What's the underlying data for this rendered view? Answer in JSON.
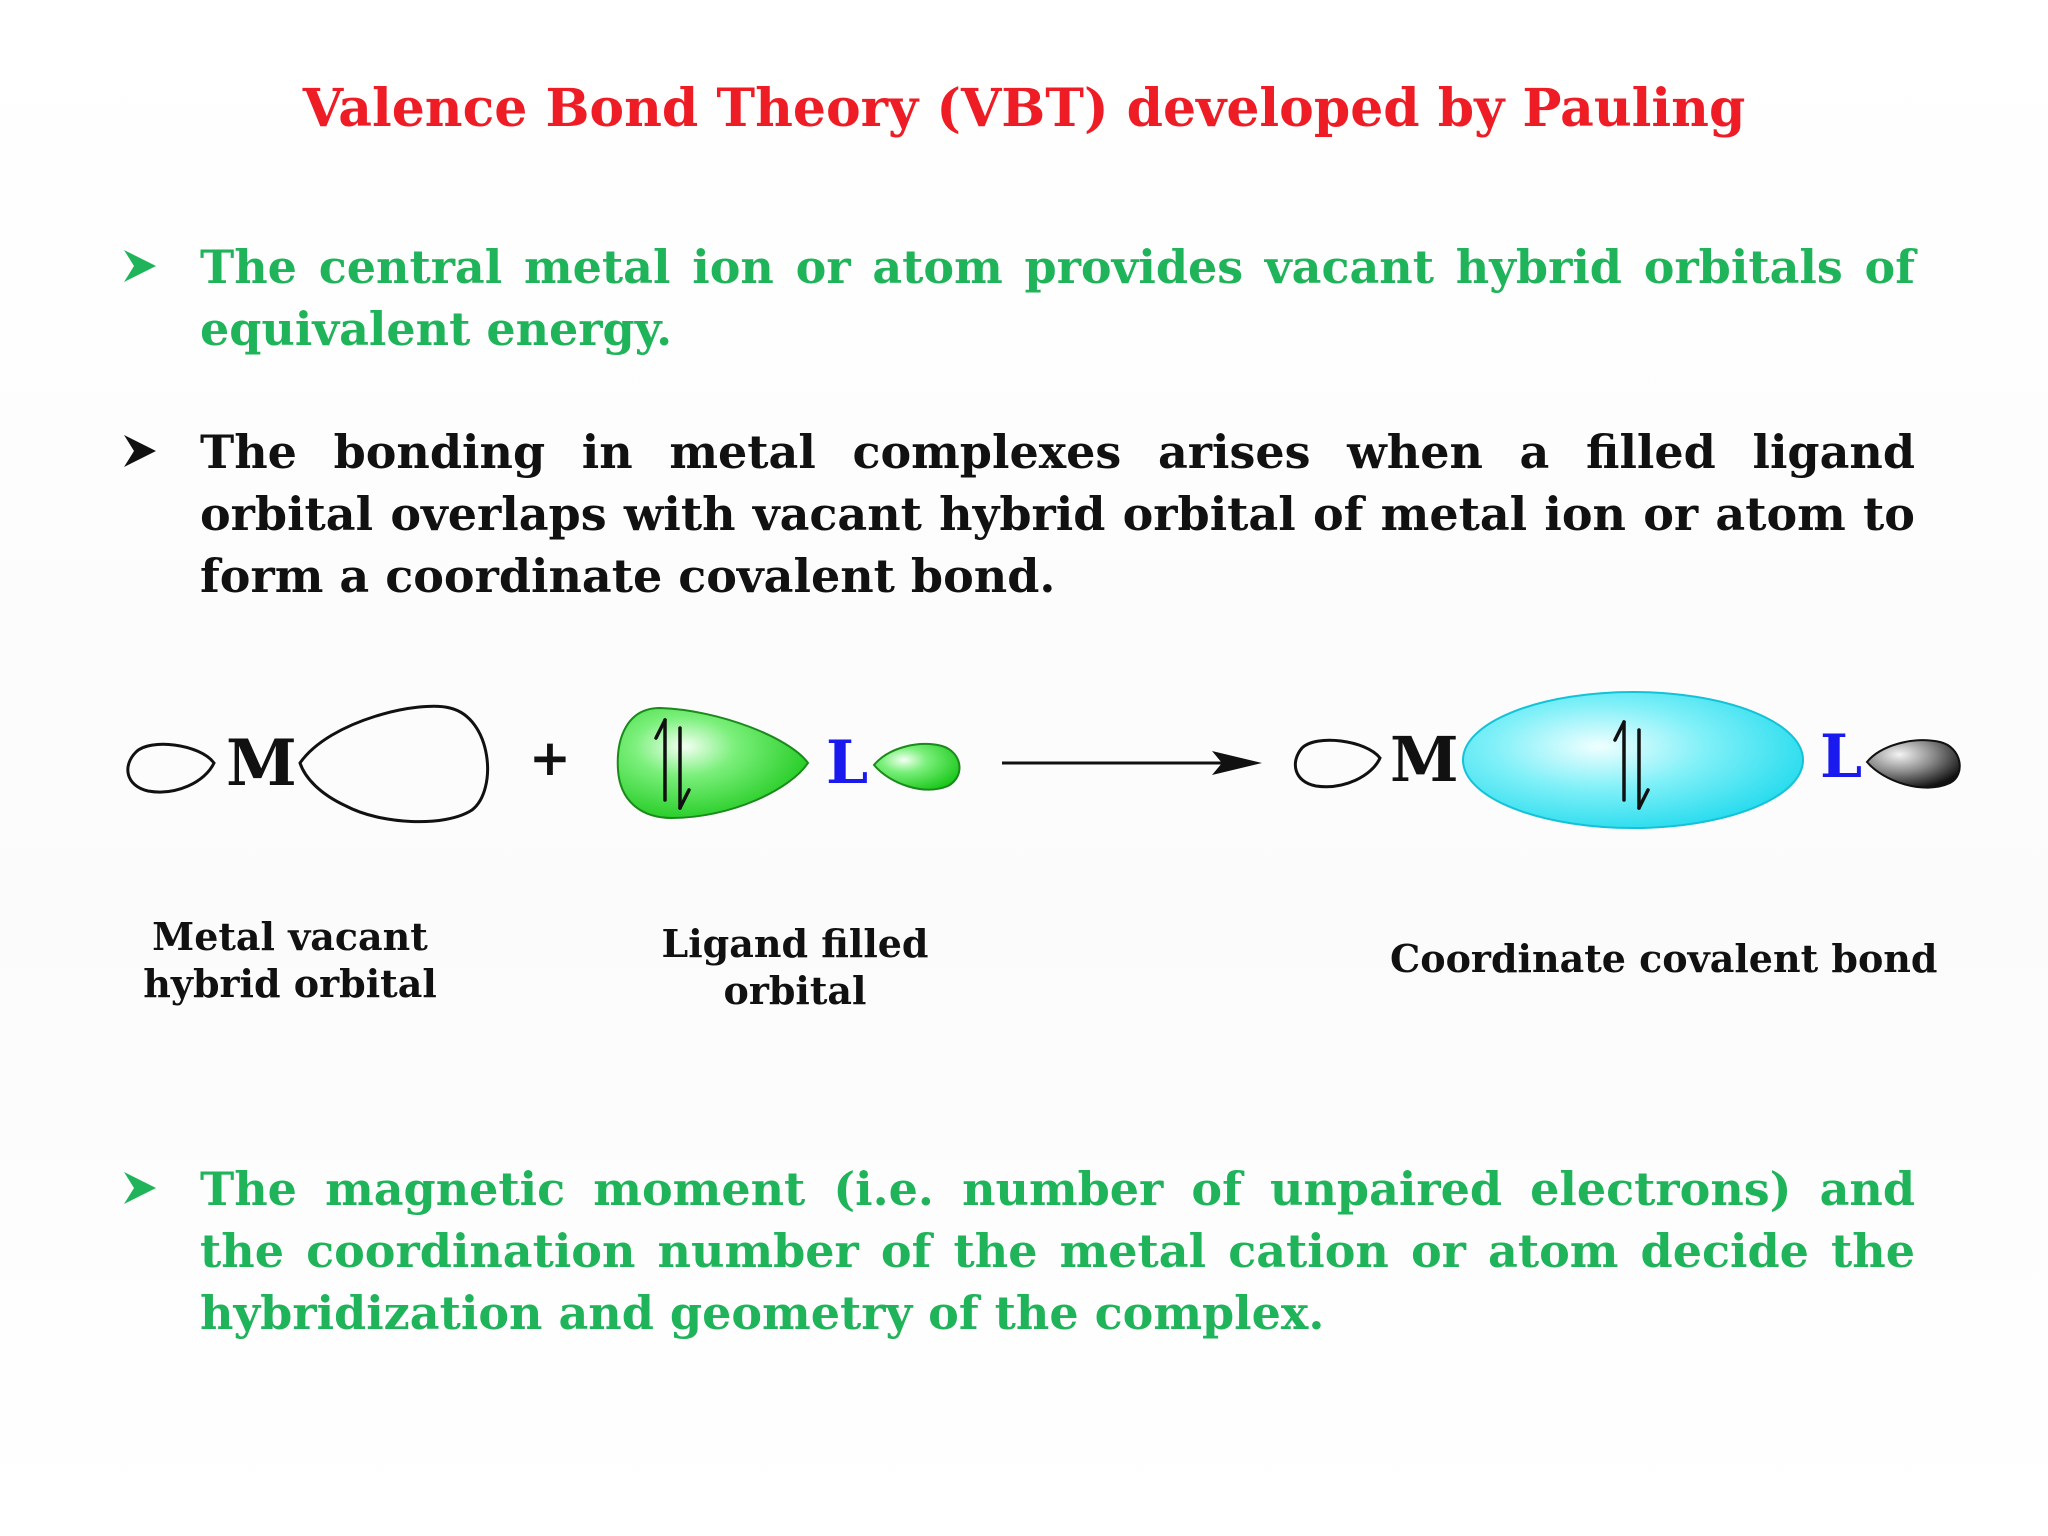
{
  "slide": {
    "title": "Valence Bond Theory (VBT) developed by Pauling",
    "bullets": [
      {
        "text": "The central metal ion or atom provides vacant hybrid orbitals of equivalent energy.",
        "color": "#1fb35a"
      },
      {
        "text": "The bonding in metal complexes arises when a filled ligand orbital overlaps with vacant hybrid orbital of metal ion or atom to form a coordinate covalent bond.",
        "color": "#111111"
      },
      {
        "text": "The magnetic moment (i.e. number of unpaired electrons) and the coordination number of the metal cation or atom decide the hybridization and geometry of the complex.",
        "color": "#1fb35a"
      }
    ]
  },
  "diagram": {
    "metal_symbol": "M",
    "ligand_symbol": "L",
    "plus_sign": "+",
    "metal_product_symbol": "M",
    "ligand_product_symbol": "L",
    "captions": {
      "metal": "Metal vacant hybrid orbital",
      "ligand": "Ligand filled orbital",
      "product": "Coordinate covalent bond"
    },
    "colors": {
      "title": "#ee1c25",
      "ligand_orbital": "#22dd22",
      "bond_orbital": "#22e0f0",
      "ligand_label": "#1a1aee"
    }
  }
}
